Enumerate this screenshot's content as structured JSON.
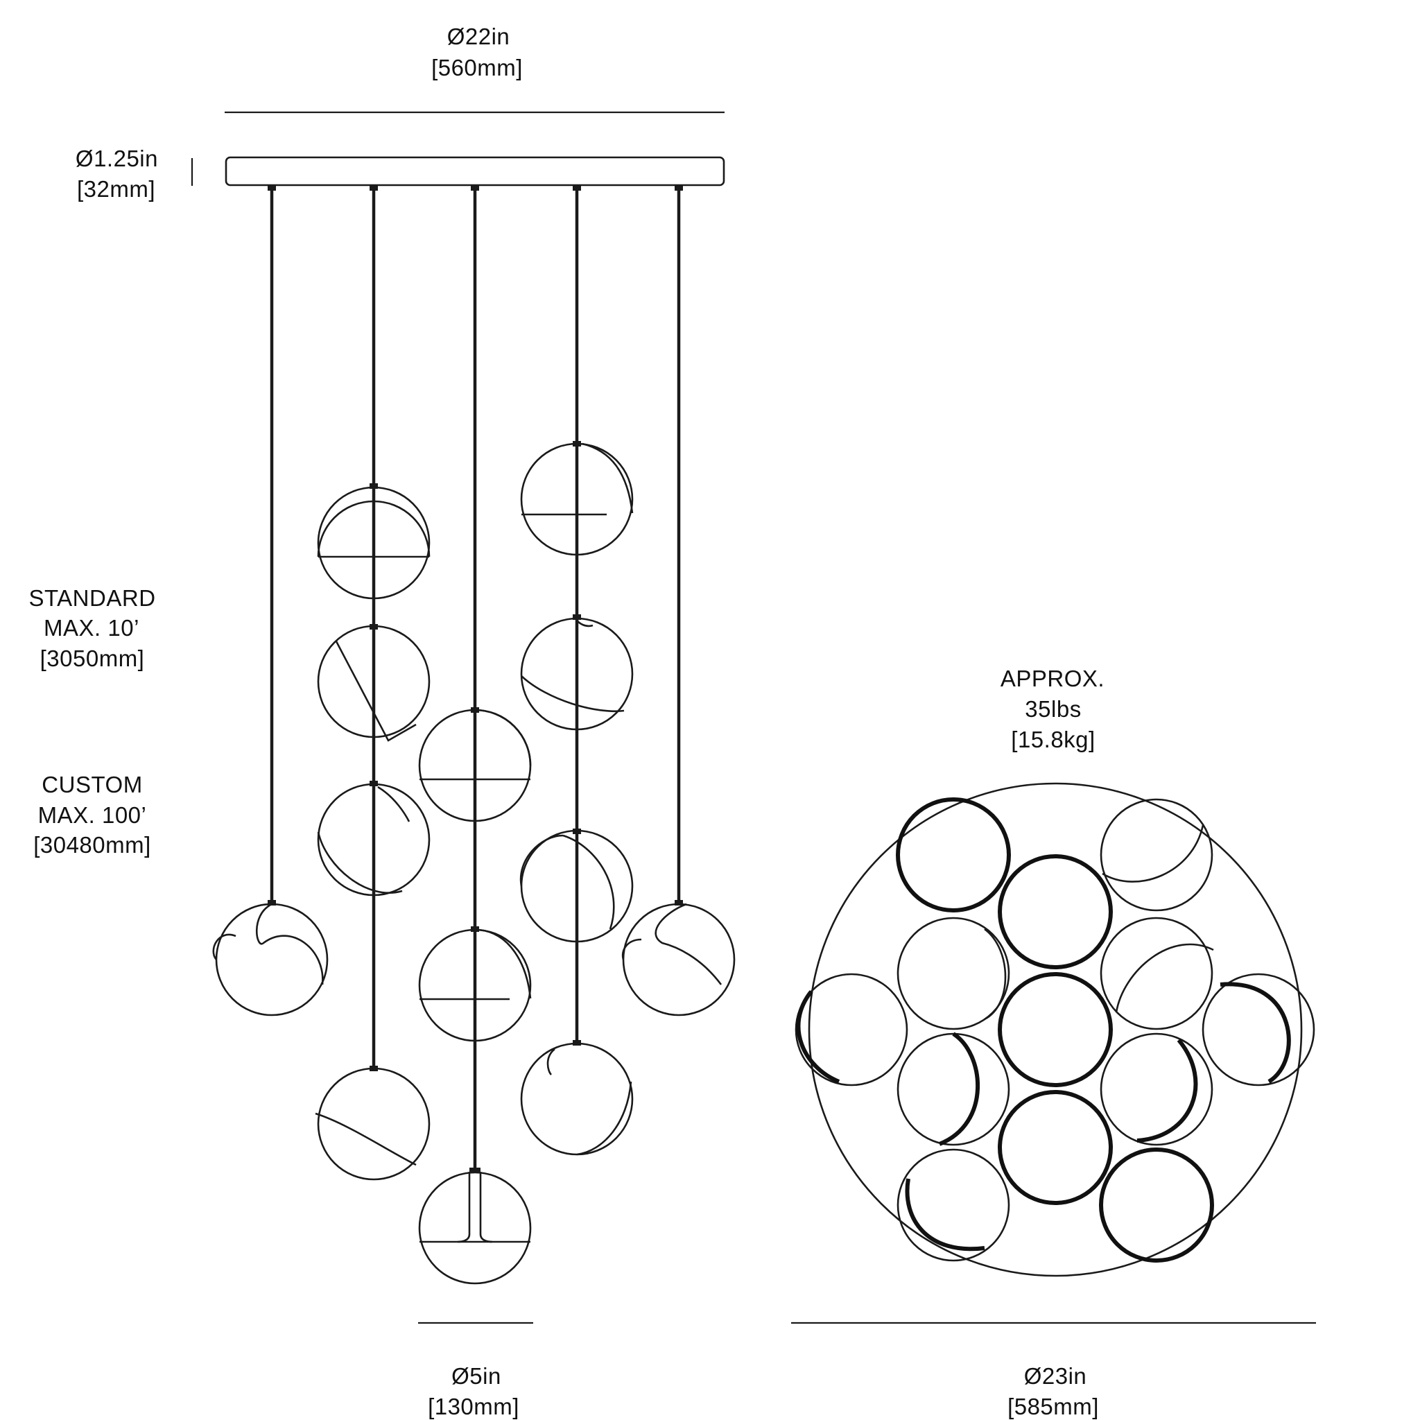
{
  "dimensions": {
    "canopy_width": {
      "imperial": "Ø22in",
      "metric": "[560mm]"
    },
    "canopy_height": {
      "imperial": "Ø1.25in",
      "metric": "[32mm]"
    },
    "standard_drop": {
      "label": "STANDARD",
      "max": "MAX. 10’",
      "metric": "[3050mm]"
    },
    "custom_drop": {
      "label": "CUSTOM",
      "max": "MAX. 100’",
      "metric": "[30480mm]"
    },
    "weight": {
      "label": "APPROX.",
      "imperial": "35lbs",
      "metric": "[15.8kg]"
    },
    "globe_diameter": {
      "imperial": "Ø5in",
      "metric": "[130mm]"
    },
    "overall_diameter": {
      "imperial": "Ø23in",
      "metric": "[585mm]"
    }
  },
  "colors": {
    "line": "#1a1a1a",
    "background": "#ffffff"
  }
}
